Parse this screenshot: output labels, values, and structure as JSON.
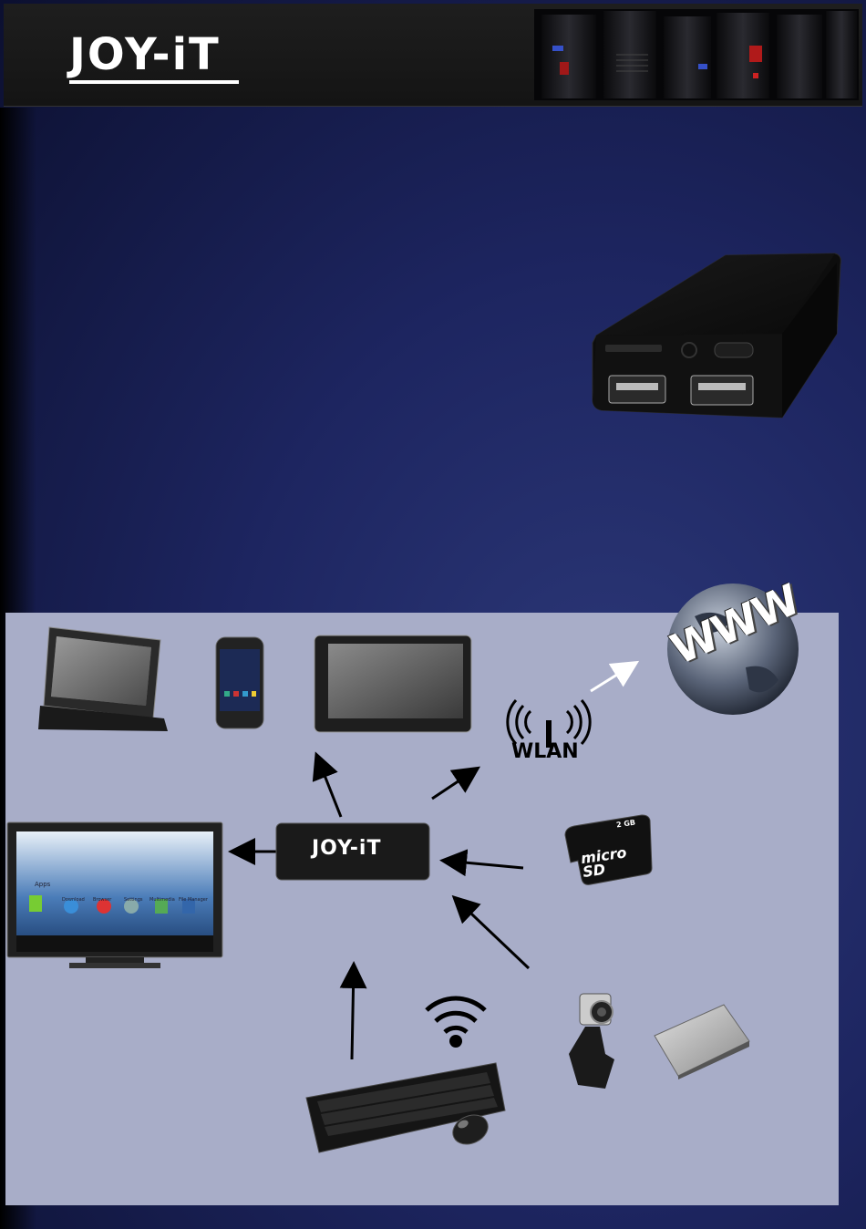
{
  "header": {
    "logo_text": "JOY-iT",
    "banner_icon": "server-towers-banner"
  },
  "product": {
    "icon": "mini-pc-stick-icon"
  },
  "diagram": {
    "center_device_label": "JOY-iT",
    "wlan_label": "WLAN",
    "www_label": "WWW",
    "microsd_label_top": "2 GB",
    "microsd_label": "micro SD",
    "tv_screen": {
      "apps_label": "Apps",
      "app_names": [
        "Download",
        "Browser",
        "Settings",
        "Multimedia",
        "File Manager"
      ]
    },
    "colors": {
      "panel": "#a8adc8",
      "arrow": "#000000",
      "www_arrow": "#ffffff"
    }
  }
}
